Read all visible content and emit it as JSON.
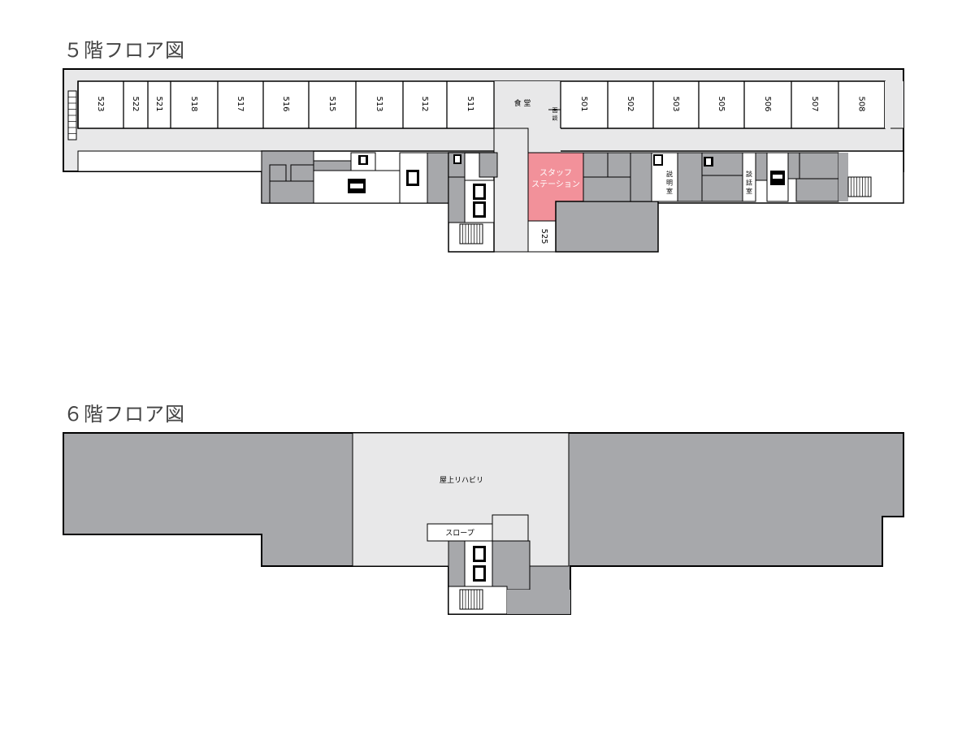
{
  "floor5": {
    "title": "５階フロア図",
    "rooms": [
      "523",
      "522",
      "521",
      "518",
      "517",
      "516",
      "515",
      "513",
      "512",
      "511",
      "501",
      "502",
      "503",
      "505",
      "506",
      "507",
      "508"
    ],
    "dining": "食 堂",
    "room525": "525",
    "staff_station": [
      "スタッフ",
      "ステーション"
    ],
    "label_a": "面\n談",
    "label_b": "説\n明\n室",
    "label_c": "談\n話\n室"
  },
  "floor6": {
    "title": "６階フロア図",
    "rooftop": "屋上リハビリ",
    "slope": "スロープ"
  },
  "colors": {
    "gray": "#a7a8ab",
    "corridor": "#e8e8e9",
    "staff": "#f2919a",
    "line": "#000000"
  }
}
